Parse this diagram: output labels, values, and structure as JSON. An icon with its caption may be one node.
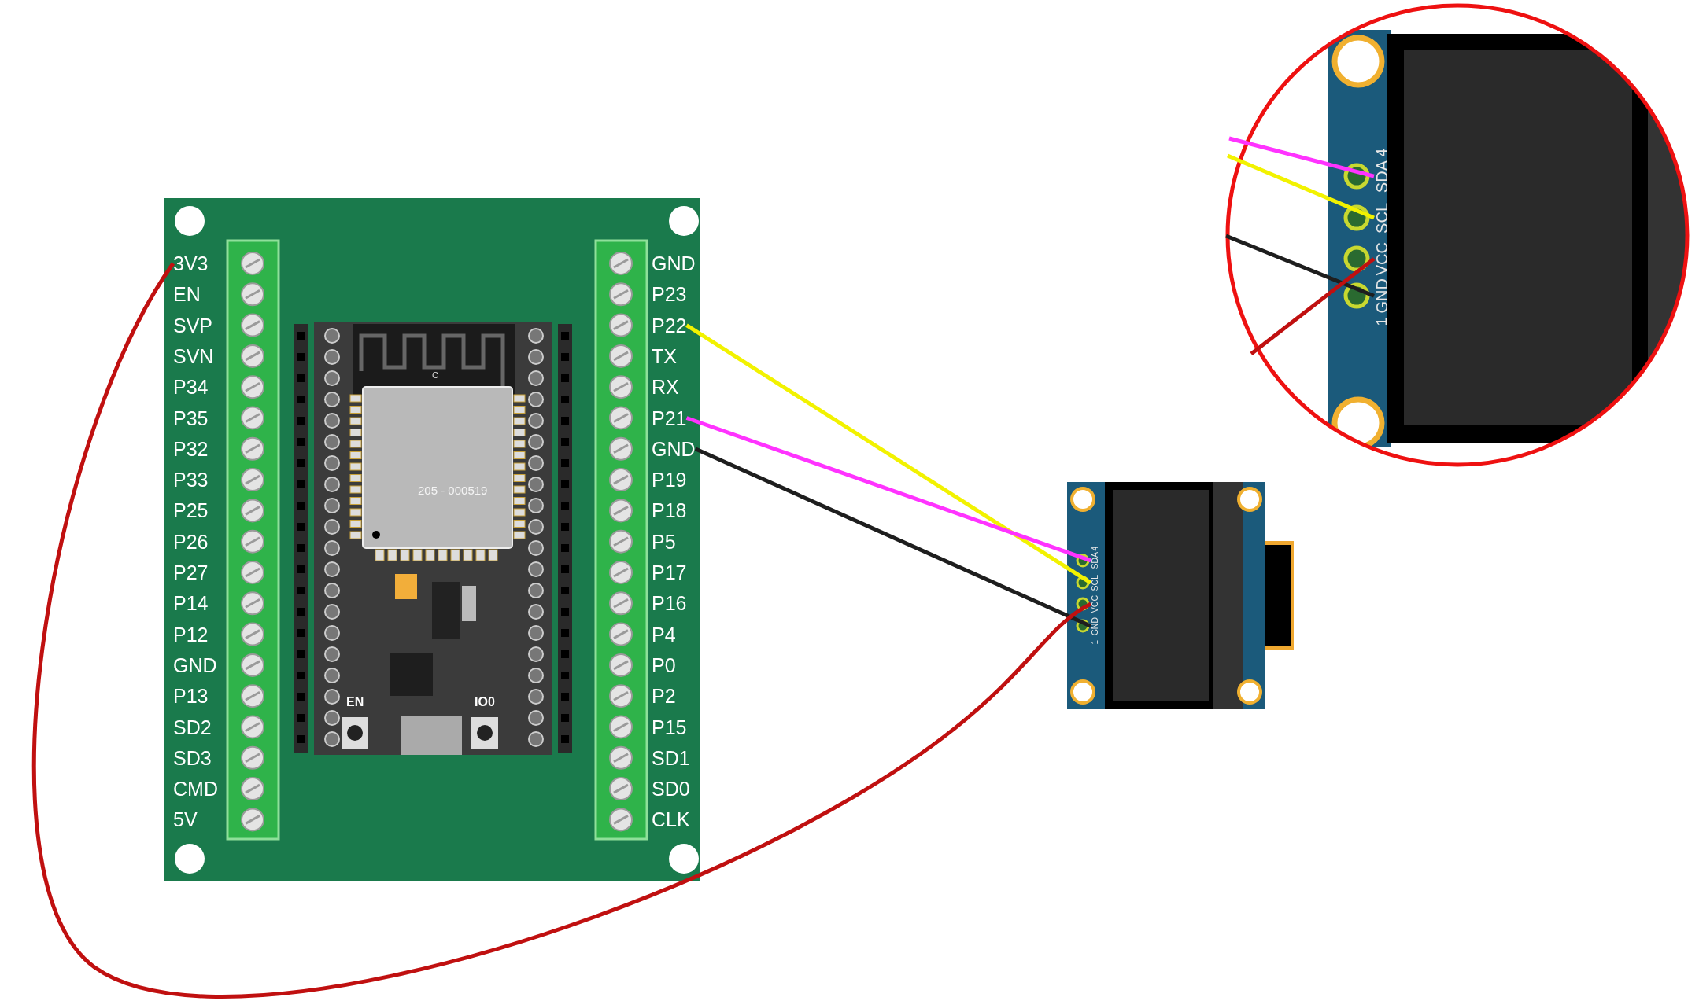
{
  "diagram": {
    "nodes": [
      {
        "text": [],
        "shape": "picture"
      },
      {
        "text": [
          "3V3"
        ],
        "in": 0
      },
      {
        "text": [
          "EN"
        ],
        "in": 0
      },
      {
        "text": [
          "SVP"
        ],
        "in": 0
      },
      {
        "text": [
          "SVN"
        ],
        "in": 0
      },
      {
        "text": [
          "P34"
        ],
        "in": 0
      },
      {
        "text": [
          "P35"
        ],
        "in": 0
      },
      {
        "text": [
          "P32"
        ],
        "in": 0
      },
      {
        "text": [
          "P33"
        ],
        "in": 0
      },
      {
        "text": [
          "P25"
        ],
        "in": 0
      },
      {
        "text": [
          "P26"
        ],
        "in": 0
      },
      {
        "text": [
          "P27"
        ],
        "in": 0
      },
      {
        "text": [
          "P14"
        ],
        "in": 0
      },
      {
        "text": [
          "P12"
        ],
        "in": 0
      },
      {
        "text": [
          "GND"
        ],
        "in": 0
      },
      {
        "text": [
          "P13"
        ],
        "in": 0
      },
      {
        "text": [
          "SD2"
        ],
        "in": 0
      },
      {
        "text": [
          "SD3"
        ],
        "in": 0
      },
      {
        "text": [
          "CMD"
        ],
        "in": 0
      },
      {
        "text": [
          "5V"
        ],
        "in": 0
      },
      {
        "text": [
          "GND"
        ],
        "in": 0
      },
      {
        "text": [
          "P23"
        ],
        "in": 0
      },
      {
        "text": [
          "P22"
        ],
        "in": 0
      },
      {
        "text": [
          "TX"
        ],
        "in": 0
      },
      {
        "text": [
          "RX"
        ],
        "in": 0
      },
      {
        "text": [
          "P21"
        ],
        "in": 0
      },
      {
        "text": [
          "GND"
        ],
        "in": 0
      },
      {
        "text": [
          "P19"
        ],
        "in": 0
      },
      {
        "text": [
          "P18"
        ],
        "in": 0
      },
      {
        "text": [
          "P5"
        ],
        "in": 0
      },
      {
        "text": [
          "P17"
        ],
        "in": 0
      },
      {
        "text": [
          "P16"
        ],
        "in": 0
      },
      {
        "text": [
          "P4"
        ],
        "in": 0
      },
      {
        "text": [
          "P0"
        ],
        "in": 0
      },
      {
        "text": [
          "P2"
        ],
        "in": 0
      },
      {
        "text": [
          "P15"
        ],
        "in": 0
      },
      {
        "text": [
          "SD1"
        ],
        "in": 0
      },
      {
        "text": [
          "SD0"
        ],
        "in": 0
      },
      {
        "text": [
          "CLK"
        ],
        "in": 0
      },
      {
        "text": [],
        "shape": "picture"
      },
      {
        "text": [
          "SDA"
        ],
        "in": 39
      },
      {
        "text": [
          "SCL"
        ],
        "in": 39
      },
      {
        "text": [
          "VCC"
        ],
        "in": 39
      },
      {
        "text": [
          "GND"
        ],
        "in": 39
      },
      {
        "text": [],
        "shape": "circle"
      },
      {
        "text": [
          "SDA"
        ],
        "in": 44
      },
      {
        "text": [
          "SCL"
        ],
        "in": 44
      },
      {
        "text": [
          "VCC"
        ],
        "in": 44
      },
      {
        "text": [
          "GND"
        ],
        "in": 44
      }
    ],
    "edges": [
      {
        "from": 22,
        "to": 41,
        "arrow": "none",
        "color": "#f2f200"
      },
      {
        "from": 25,
        "to": 40,
        "arrow": "none",
        "color": "#ff33ff"
      },
      {
        "from": 26,
        "to": 43,
        "arrow": "none",
        "color": "#1e1e1e"
      },
      {
        "from": 1,
        "to": 42,
        "arrow": "none",
        "color": "#c01010"
      },
      {
        "from": null,
        "to": 45,
        "arrow": "none",
        "color": "#ff33ff"
      },
      {
        "from": null,
        "to": 46,
        "arrow": "none",
        "color": "#f2f200"
      },
      {
        "from": null,
        "to": 48,
        "arrow": "none",
        "color": "#1e1e1e"
      },
      {
        "from": null,
        "to": 47,
        "arrow": "none",
        "color": "#c01010"
      }
    ],
    "labels": [
      "C",
      "205 - 000519",
      "EN",
      "IO0",
      "4",
      "1",
      "4",
      "1"
    ]
  }
}
